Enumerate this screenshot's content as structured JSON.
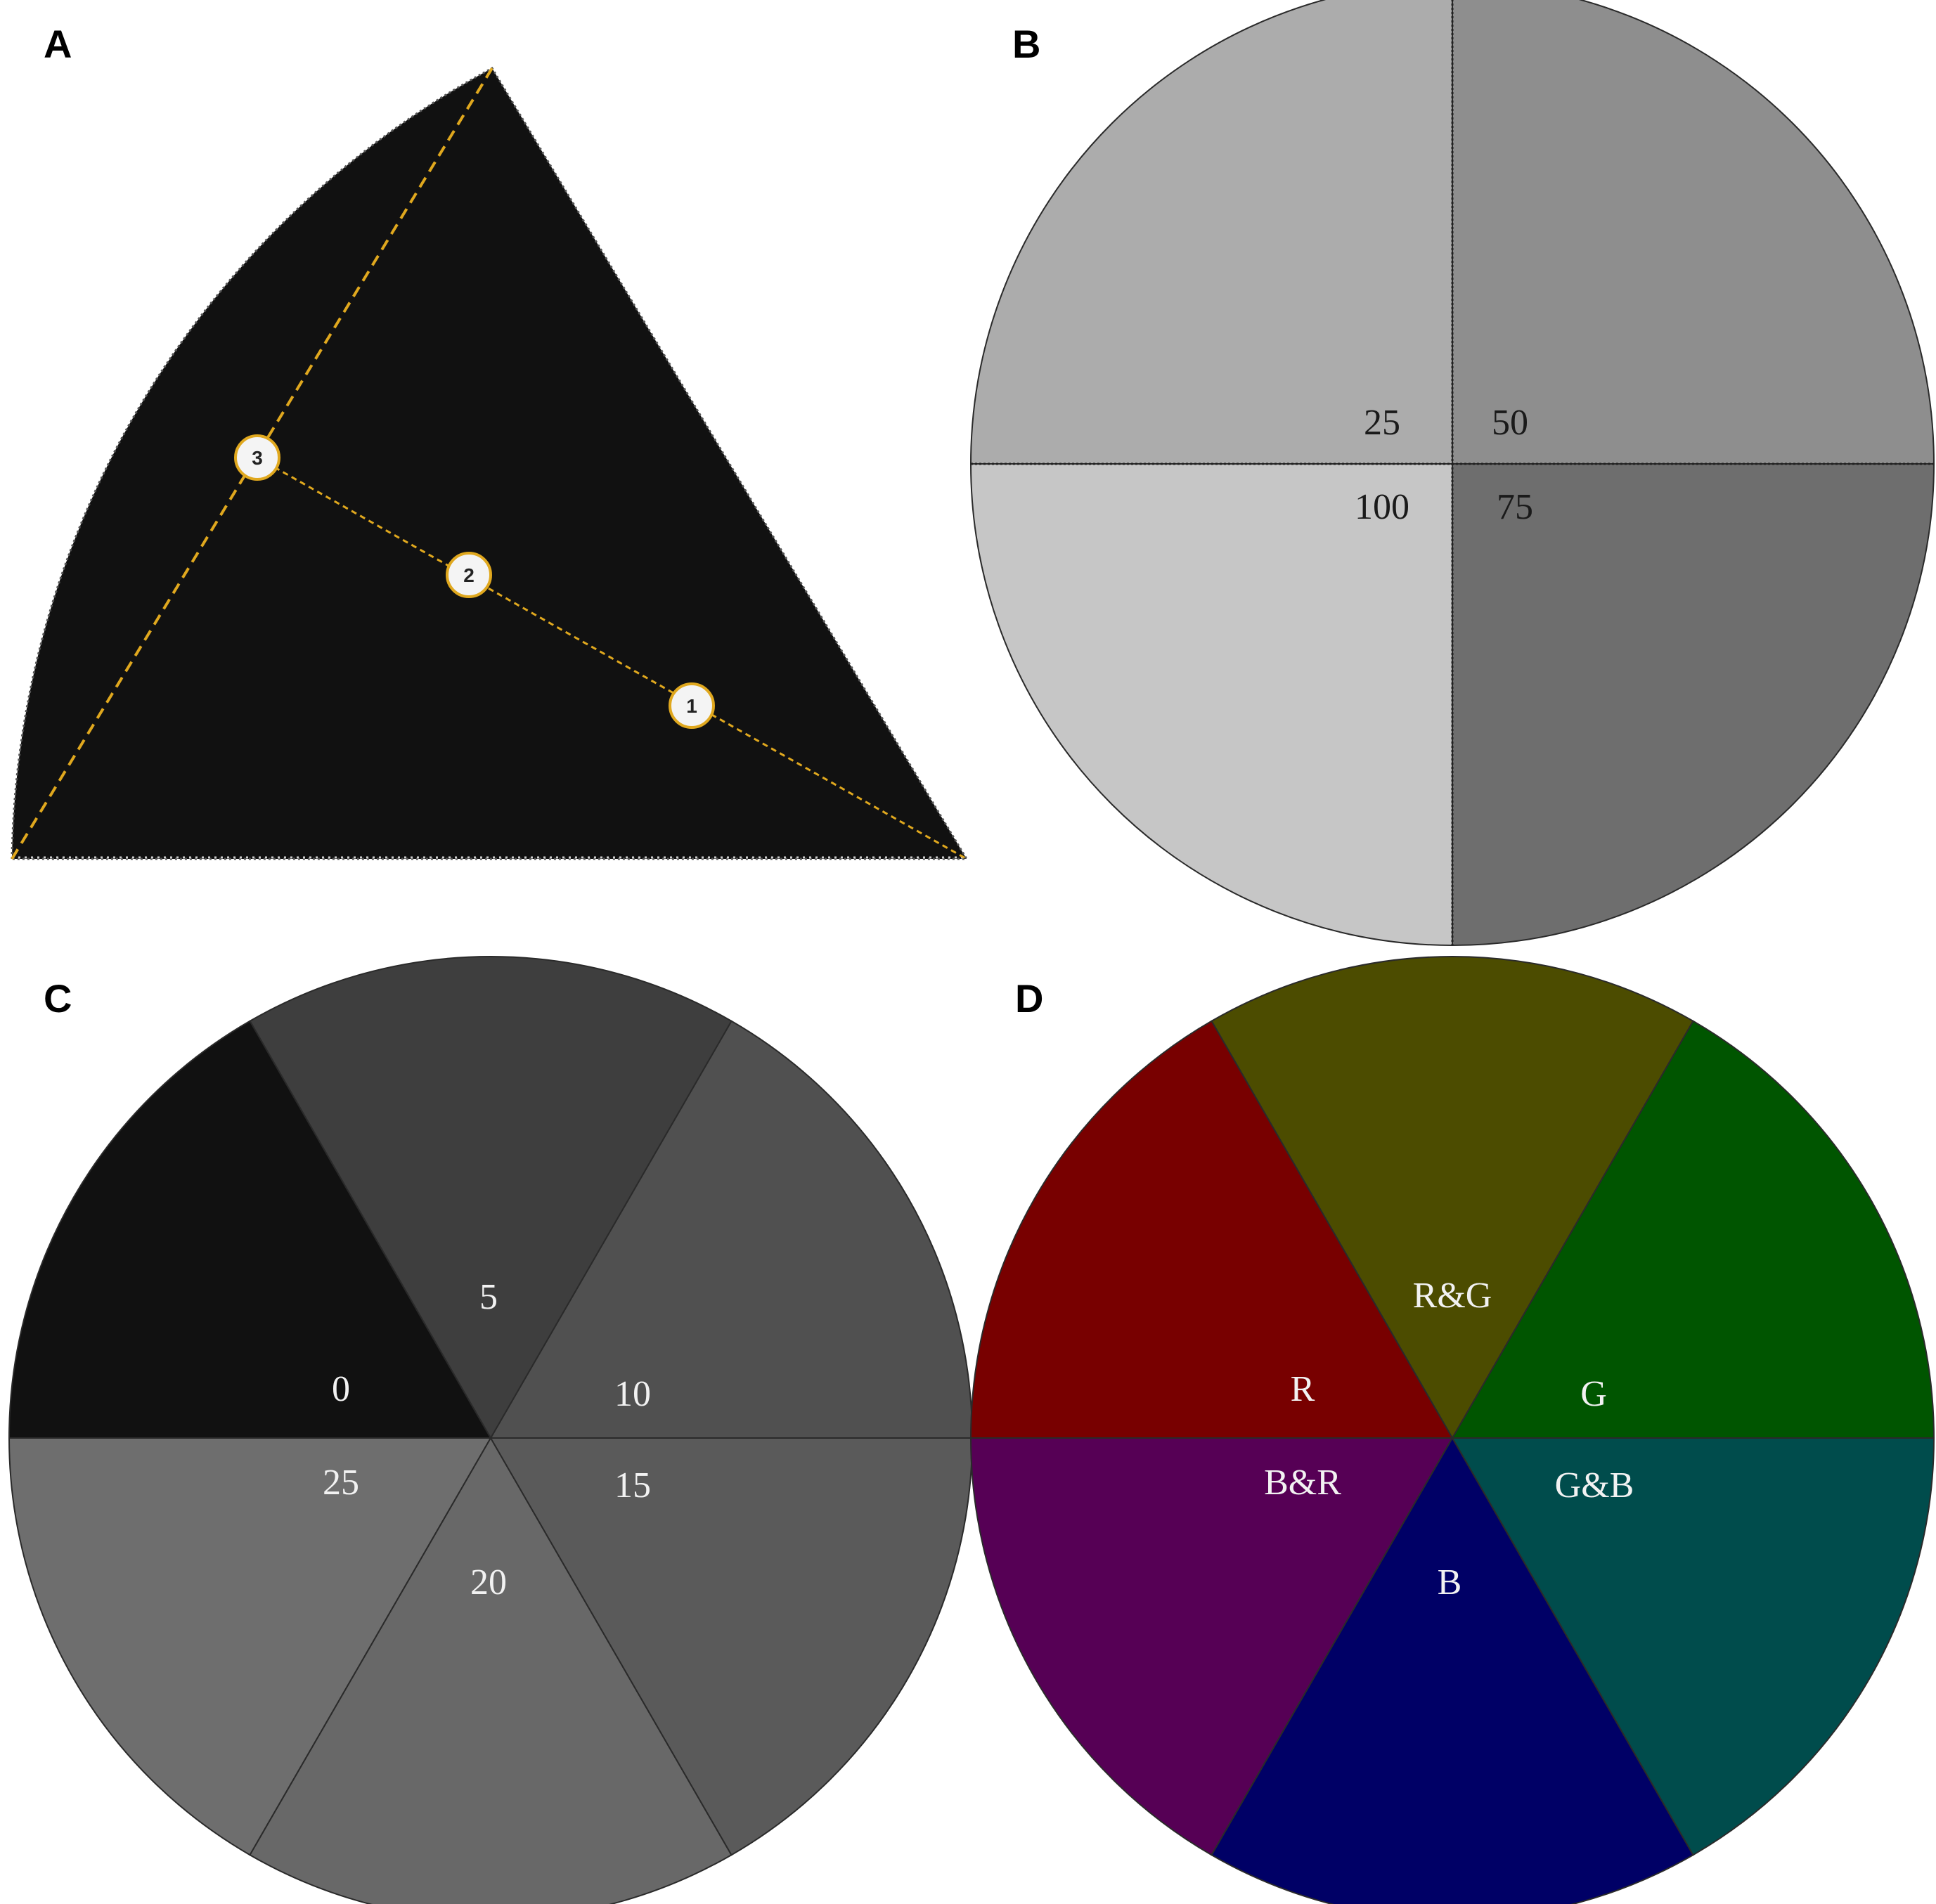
{
  "figure": {
    "panels": [
      {
        "id": "A",
        "letter": "A",
        "fill": "#111111",
        "guide_color": "#e0a81e",
        "markers": [
          "1",
          "2",
          "3"
        ]
      },
      {
        "id": "B",
        "letter": "B",
        "segments": [
          {
            "label": "50",
            "value": 50,
            "fill": "#8e8e8e",
            "text_color": "#1a1a1a"
          },
          {
            "label": "75",
            "value": 75,
            "fill": "#acacac",
            "text_color": "#1a1a1a"
          },
          {
            "label": "100",
            "value": 100,
            "fill": "#c6c6c6",
            "text_color": "#1a1a1a"
          },
          {
            "label": "25",
            "value": 25,
            "fill": "#6e6e6e",
            "text_color": "#1a1a1a"
          }
        ]
      },
      {
        "id": "C",
        "letter": "C",
        "segments": [
          {
            "label": "10",
            "value": 10,
            "fill": "#505050",
            "text_color": "#f2f2f2"
          },
          {
            "label": "5",
            "value": 5,
            "fill": "#3e3e3e",
            "text_color": "#f2f2f2"
          },
          {
            "label": "0",
            "value": 0,
            "fill": "#111111",
            "text_color": "#f2f2f2"
          },
          {
            "label": "25",
            "value": 25,
            "fill": "#6e6e6e",
            "text_color": "#f2f2f2"
          },
          {
            "label": "20",
            "value": 20,
            "fill": "#686868",
            "text_color": "#f2f2f2"
          },
          {
            "label": "15",
            "value": 15,
            "fill": "#5a5a5a",
            "text_color": "#f2f2f2"
          }
        ]
      },
      {
        "id": "D",
        "letter": "D",
        "segments": [
          {
            "label": "G",
            "fill": "#005500",
            "text_color": "#f2f2f2"
          },
          {
            "label": "R&G",
            "fill": "#4c4c00",
            "text_color": "#f2f2f2"
          },
          {
            "label": "R",
            "fill": "#780000",
            "text_color": "#f2f2f2"
          },
          {
            "label": "B&R",
            "fill": "#560055",
            "text_color": "#f2f2f2"
          },
          {
            "label": "B",
            "fill": "#000066",
            "text_color": "#f2f2f2"
          },
          {
            "label": "G&B",
            "fill": "#004c4c",
            "text_color": "#f2f2f2"
          }
        ]
      }
    ]
  }
}
